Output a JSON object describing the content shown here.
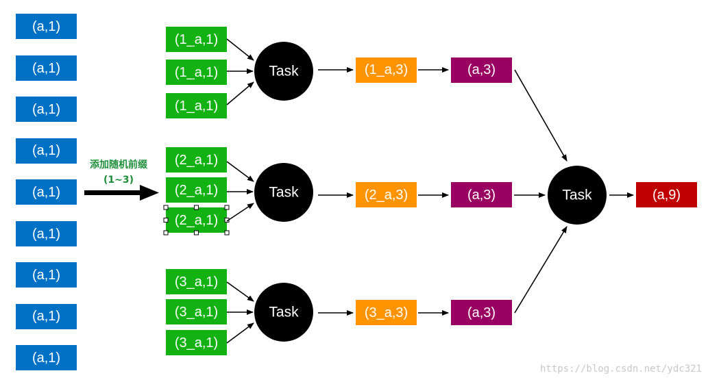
{
  "colors": {
    "blue": "#0071c4",
    "green": "#12b212",
    "orange": "#ff9400",
    "purple": "#9a0062",
    "red": "#c00000",
    "task": "#000000"
  },
  "input_column": [
    "(a,1)",
    "(a,1)",
    "(a,1)",
    "(a,1)",
    "(a,1)",
    "(a,1)",
    "(a,1)",
    "(a,1)",
    "(a,1)"
  ],
  "prefix_arrow": {
    "line1": "添加随机前缀",
    "line2": "(1~3)"
  },
  "groups": [
    {
      "prefixed": [
        "(1_a,1)",
        "(1_a,1)",
        "(1_a,1)"
      ],
      "task": "Task",
      "partial": "(1_a,3)",
      "stripped": "(a,3)"
    },
    {
      "prefixed": [
        "(2_a,1)",
        "(2_a,1)",
        "(2_a,1)"
      ],
      "task": "Task",
      "partial": "(2_a,3)",
      "stripped": "(a,3)"
    },
    {
      "prefixed": [
        "(3_a,1)",
        "(3_a,1)",
        "(3_a,1)"
      ],
      "task": "Task",
      "partial": "(3_a,3)",
      "stripped": "(a,3)"
    }
  ],
  "final_task": "Task",
  "result": "(a,9)",
  "watermark": "https://blog.csdn.net/ydc321"
}
